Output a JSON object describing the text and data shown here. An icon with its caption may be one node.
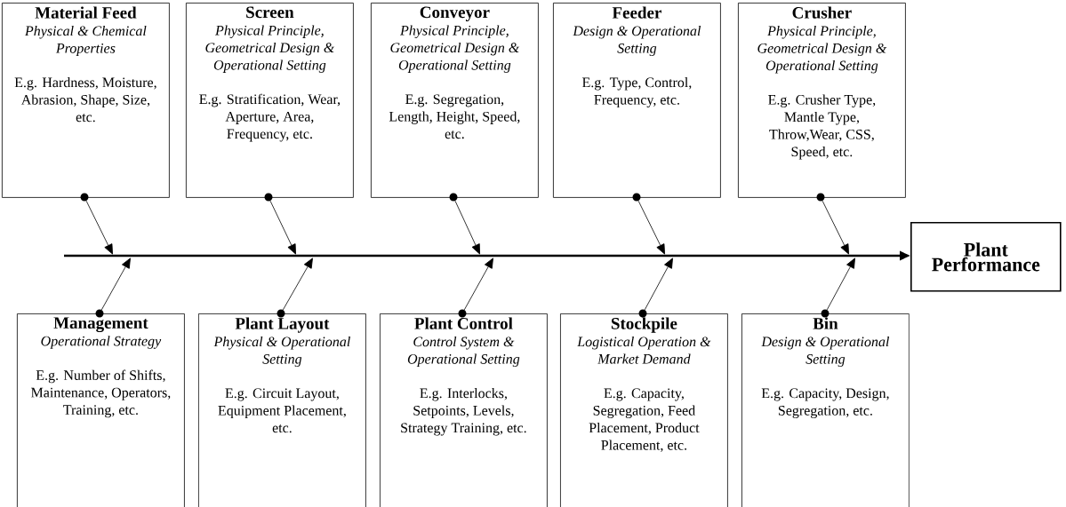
{
  "diagram": {
    "nodes": [
      {
        "text": [
          "Material Feed",
          "Physical & Chemical Properties",
          "E.g. Hardness, Moisture, Abrasion, Shape, Size, etc."
        ]
      },
      {
        "text": [
          "Screen",
          "Physical Principle, Geometrical Design & Operational Setting",
          "E.g. Stratification, Wear, Aperture, Area, Frequency, etc."
        ]
      },
      {
        "text": [
          "Conveyor",
          "Physical Principle, Geometrical Design & Operational Setting",
          "E.g. Segregation, Length, Height, Speed, etc."
        ]
      },
      {
        "text": [
          "Feeder",
          "Design & Operational Setting",
          "E.g. Type, Control, Frequency, etc."
        ]
      },
      {
        "text": [
          "Crusher",
          "Physical Principle, Geometrical Design & Operational Setting",
          "E.g. Crusher Type, Mantle Type, Throw,Wear, CSS, Speed, etc."
        ]
      },
      {
        "text": [
          "Management",
          "Operational Strategy",
          "E.g. Number of Shifts, Maintenance, Operators, Training, etc."
        ]
      },
      {
        "text": [
          "Plant Layout",
          "Physical & Operational Setting",
          "E.g. Circuit Layout, Equipment Placement, etc."
        ]
      },
      {
        "text": [
          "Plant Control",
          "Control System & Operational Setting",
          "E.g. Interlocks, Setpoints, Levels, Strategy Training, etc."
        ]
      },
      {
        "text": [
          "Stockpile",
          "Logistical Operation & Market Demand",
          "E.g. Capacity, Segregation, Feed Placement, Product Placement, etc."
        ]
      },
      {
        "text": [
          "Bin",
          "Design & Operational Setting",
          "E.g. Capacity, Design, Segregation, etc."
        ]
      },
      {
        "text": [
          "Plant Performance"
        ]
      },
      {
        "text": [],
        "shape": "circle"
      },
      {
        "text": [],
        "shape": "circle"
      },
      {
        "text": [],
        "shape": "circle"
      },
      {
        "text": [],
        "shape": "circle"
      },
      {
        "text": [],
        "shape": "circle"
      },
      {
        "text": [],
        "shape": "circle"
      },
      {
        "text": [],
        "shape": "circle"
      },
      {
        "text": [],
        "shape": "circle"
      },
      {
        "text": [],
        "shape": "circle"
      },
      {
        "text": [],
        "shape": "circle"
      }
    ],
    "edges": [
      {
        "from": null,
        "to": 10,
        "arrow": "to",
        "style": "thick"
      },
      {
        "from": 11,
        "to": null,
        "arrow": "to"
      },
      {
        "from": 12,
        "to": null,
        "arrow": "to"
      },
      {
        "from": 13,
        "to": null,
        "arrow": "to"
      },
      {
        "from": 14,
        "to": null,
        "arrow": "to"
      },
      {
        "from": 15,
        "to": null,
        "arrow": "to"
      },
      {
        "from": 16,
        "to": null,
        "arrow": "to"
      },
      {
        "from": 17,
        "to": null,
        "arrow": "to"
      },
      {
        "from": 18,
        "to": null,
        "arrow": "to"
      },
      {
        "from": 19,
        "to": null,
        "arrow": "to"
      },
      {
        "from": 20,
        "to": null,
        "arrow": "to"
      }
    ]
  }
}
